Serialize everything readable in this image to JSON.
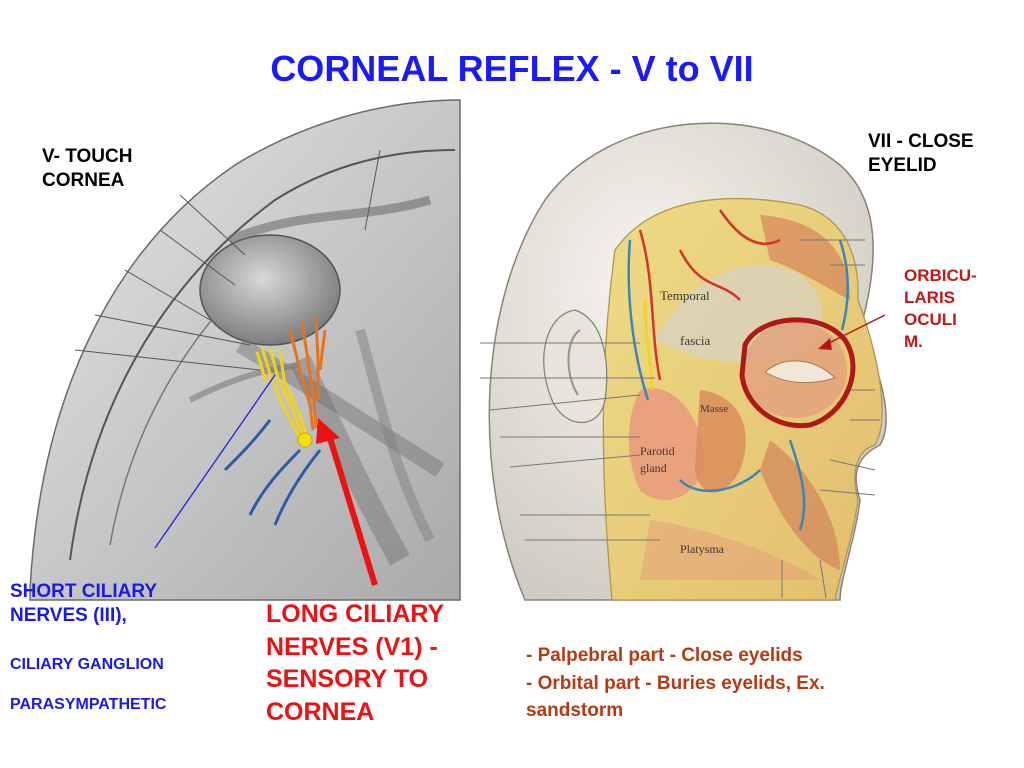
{
  "title": "CORNEAL REFLEX - V to VII",
  "left_label": [
    "V- TOUCH",
    "CORNEA"
  ],
  "right_label": [
    "VII - CLOSE",
    "EYELID"
  ],
  "muscle_label": [
    "ORBICU-",
    "LARIS",
    "OCULI",
    "M."
  ],
  "short_ciliary": [
    "SHORT CILIARY",
    "NERVES (III),"
  ],
  "ciliary_ganglion": "CILIARY GANGLION",
  "parasympathetic": "PARASYMPATHETIC",
  "long_ciliary": [
    "LONG CILIARY",
    "NERVES (V1) -",
    "SENSORY TO",
    "CORNEA"
  ],
  "notes": [
    "- Palpebral part - Close eyelids",
    "- Orbital part - Buries eyelids,  Ex.",
    "sandstorm"
  ],
  "illustration_labels": {
    "temporal": "Temporal",
    "fascia": "fascia",
    "parotid": "Parotid",
    "gland": "gland",
    "platysma": "Platysma",
    "masseter": "Masse"
  },
  "colors": {
    "title": "#1a1aff",
    "nerve_yellow": "#f2d21a",
    "nerve_orange": "#e8731e",
    "arrow_red": "#ee1111",
    "circle": "#b01818"
  }
}
